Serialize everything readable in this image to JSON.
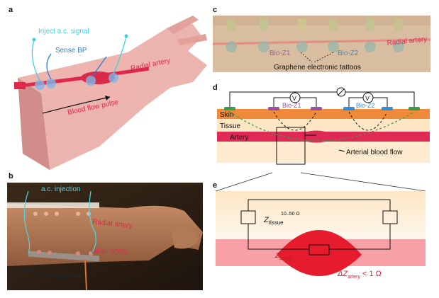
{
  "panels": {
    "a": {
      "letter": "a",
      "inject_label": "Inject a.c. signal",
      "sense_label": "Sense BP",
      "artery_label": "Radial artery",
      "flow_label": "Blood flow pulse",
      "colors": {
        "cyan": "#3fd0e0",
        "blue": "#2a7fd4",
        "red": "#e0284f"
      }
    },
    "b": {
      "letter": "b",
      "injection_label": "a.c. injection",
      "radial_label": "Radial artery",
      "ulnar_label": "Ulnar artery"
    },
    "c": {
      "letter": "c",
      "bioz1": "Bio-Z1",
      "bioz2": "Bio-Z2",
      "artery_label": "Radial artery",
      "tattoo_label": "Graphene electronic tattoos"
    },
    "d": {
      "letter": "d",
      "meter1": "V",
      "meter2": "V",
      "bioz1": "Bio-Z1",
      "bioz2": "Bio-Z2",
      "skin": "Skin",
      "tissue": "Tissue",
      "artery": "Artery",
      "flow": "Arterial blood flow"
    },
    "e": {
      "letter": "e",
      "z_symbol": "Z",
      "z_tissue_sub": "tissue",
      "z_tissue_range": "10–50 Ω",
      "z_artery_sub": "artery",
      "dz_prefix": "ΔZ",
      "dz_sub": "artery",
      "dz_suffix": "< 1 Ω"
    }
  }
}
